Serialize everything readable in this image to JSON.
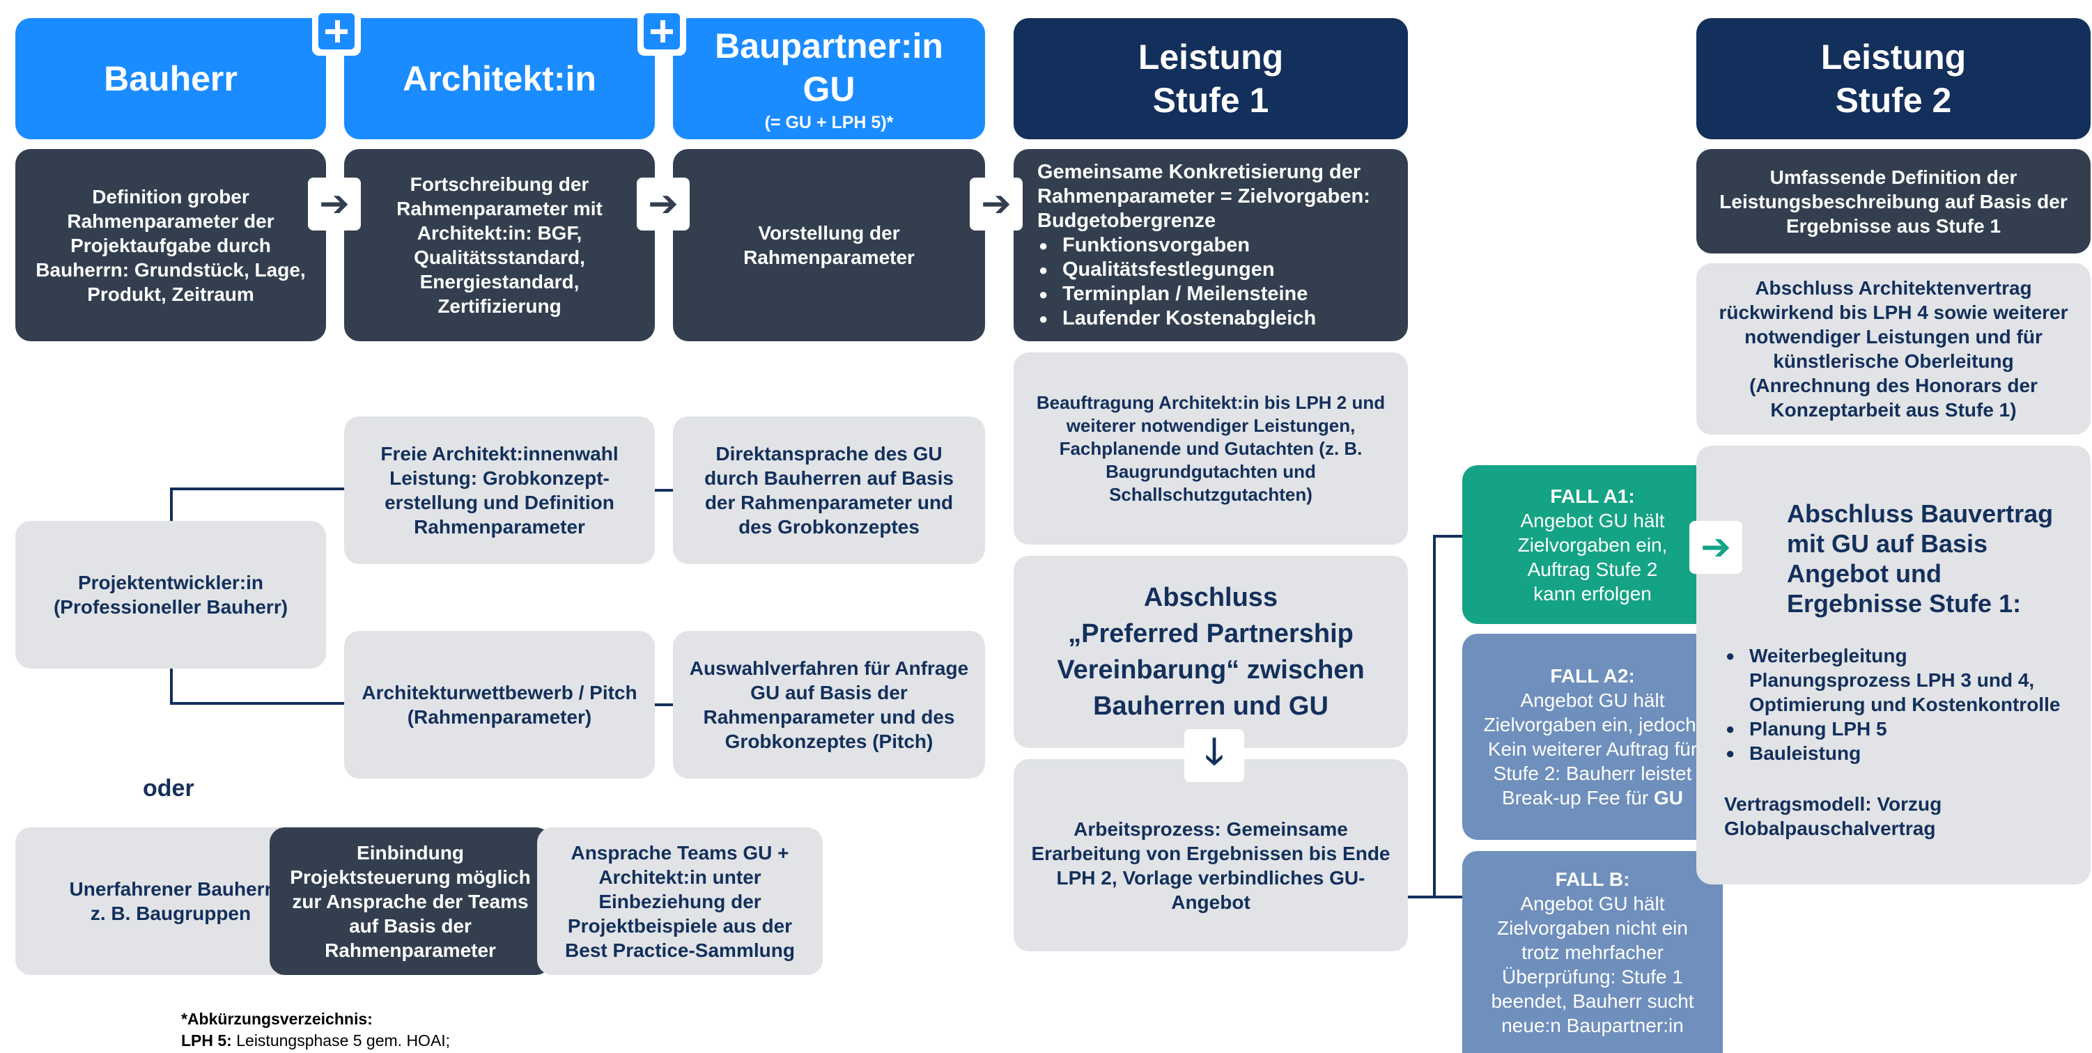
{
  "headers": {
    "bauherr": "Bauherr",
    "architekt": "Architekt:in",
    "baupartner_line1": "Baupartner:in",
    "baupartner_line2": "GU",
    "baupartner_sub": "(= GU + LPH 5)*",
    "stufe1_line1": "Leistung",
    "stufe1_line2": "Stufe 1",
    "stufe2_line1": "Leistung",
    "stufe2_line2": "Stufe 2"
  },
  "row1": {
    "bauherr_text": "Definition grober Rahmenparameter der Projektaufgabe durch Bauherrn: Grundstück, Lage, Produkt, Zeitraum",
    "architekt_text": "Fortschreibung der Rahmenparameter mit Architekt:in: BGF, Qualitätsstandard, Energiestandard, Zertifizierung",
    "gu_text": "Vorstellung der Rahmenparameter",
    "stufe1_intro": "Gemeinsame Konkretisierung der Rahmenparameter = Zielvorgaben: Budgetobergrenze",
    "stufe1_bullets": [
      "Funktionsvorgaben",
      "Qualitätsfestlegungen",
      "Terminplan / Meilensteine",
      "Laufender Kostenabgleich"
    ]
  },
  "stufe1": {
    "beauftragung": "Beauftragung Architekt:in bis LPH 2 und weiterer notwendiger Leistungen, Fachplanende und Gutachten (z. B. Baugrundgutachten und Schallschutzgutachten)",
    "abschluss_line1": "Abschluss",
    "abschluss_line2": "„Preferred Partnership",
    "abschluss_line3": "Vereinbarung“ zwischen",
    "abschluss_line4": "Bauherren und GU",
    "arbeitsprozess": "Arbeitsprozess: Gemeinsame Erarbeitung von Ergebnissen bis Ende LPH 2, Vorlage verbindliches GU-Angebot"
  },
  "projektentwickler": {
    "label_line1": "Projektentwickler:in",
    "label_line2": "(Professioneller Bauherr)",
    "freie_wahl": "Freie Architekt:innenwahl Leistung: Grobkonzept-erstellung und Definition Rahmenparameter",
    "direktansprache": "Direktansprache des GU durch Bauherren auf Basis der Rahmenparameter und des Grobkonzeptes",
    "wettbewerb": "Architekturwettbewerb / Pitch (Rahmenparameter)",
    "auswahlverfahren": "Auswahlverfahren für Anfrage GU auf Basis der Rahmenparameter und des Grobkonzeptes (Pitch)"
  },
  "oder": "oder",
  "unerfahren": {
    "label_line1": "Unerfahrener Bauherr",
    "label_line2": "z. B. Baugruppen",
    "einbindung": "Einbindung Projektsteuerung möglich zur Ansprache der Teams auf Basis der Rahmenparameter",
    "ansprache": "Ansprache Teams GU + Architekt:in unter Einbeziehung der Projektbeispiele aus der Best Practice-Sammlung"
  },
  "faelle": {
    "a1_title": "FALL A1:",
    "a1_text": "Angebot GU hält Zielvorgaben ein, Auftrag Stufe 2 kann erfolgen",
    "a2_title": "FALL A2:",
    "a2_text": "Angebot GU hält Zielvorgaben ein, jedoch: Kein weiterer Auftrag für Stufe 2: Bauherr leistet Break-up Fee für",
    "a2_bold": "GU",
    "b_title": "FALL B:",
    "b_text": "Angebot GU hält Zielvorgaben nicht ein trotz mehrfacher Überprüfung: Stufe 1 beendet, Bauherr sucht neue:n Baupartner:in"
  },
  "stufe2": {
    "definition": "Umfassende Definition der Leistungsbeschreibung auf Basis der Ergebnisse aus Stufe 1",
    "architektenvertrag": "Abschluss Architektenvertrag rückwirkend bis LPH 4 sowie weiterer notwendiger Leistungen und für künstlerische Oberleitung (Anrechnung des Honorars der Konzeptarbeit aus Stufe 1)",
    "bauvertrag_title": "Abschluss Bauvertrag mit GU auf Basis Angebot und Ergebnisse Stufe 1:",
    "bauvertrag_bullets": [
      "Weiterbegleitung Planungsprozess LPH 3 und 4, Optimierung und Kostenkontrolle",
      "Planung LPH 5",
      "Bauleistung"
    ],
    "vertragsmodell": "Vertragsmodell: Vorzug Globalpauschalvertrag"
  },
  "footnote": {
    "title": "*Abkürzungsverzeichnis:",
    "term": "LPH 5:",
    "definition": "Leistungsphase 5 gem. HOAI;"
  },
  "colors": {
    "blue": "#1a8cff",
    "navy": "#132f5c",
    "dark": "#333f4f",
    "grey": "#e1e3e6",
    "teal": "#14a384",
    "steel": "#6f8fbd"
  },
  "icons": [
    "plus-icon",
    "arrow-right-icon",
    "arrow-down-icon"
  ]
}
